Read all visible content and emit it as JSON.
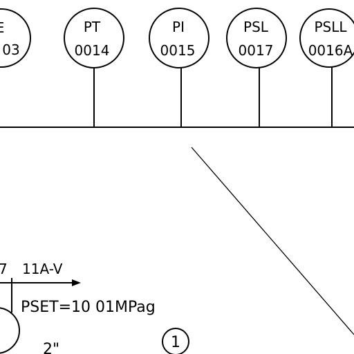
{
  "instruments": [
    {
      "tag": "E",
      "number": "03"
    },
    {
      "tag": "PT",
      "number": "0014"
    },
    {
      "tag": "PI",
      "number": "0015"
    },
    {
      "tag": "PSL",
      "number": "0017"
    },
    {
      "tag": "PSLL",
      "number": "0016A"
    }
  ],
  "line_label": "11A-V",
  "line_label_prefix": "7",
  "pset_label": "PSET=10 01MPag",
  "pipe_size": "2\"",
  "callout_number": "1"
}
